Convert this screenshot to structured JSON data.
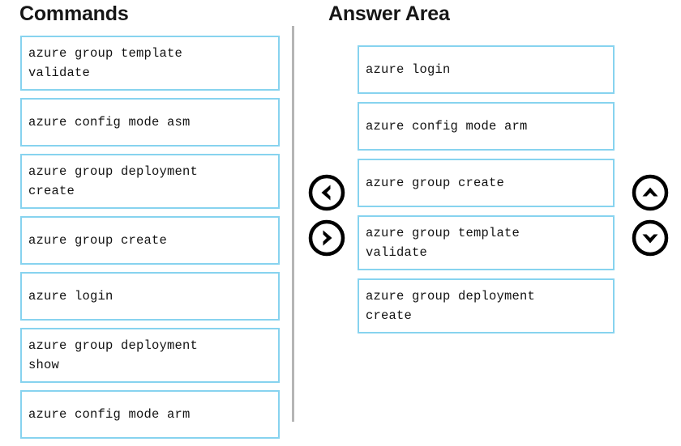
{
  "headings": {
    "commands": "Commands",
    "answer_area": "Answer Area"
  },
  "commands": {
    "items": [
      {
        "text": "azure group template\nvalidate",
        "lines": 2
      },
      {
        "text": "azure config mode asm",
        "lines": 1
      },
      {
        "text": "azure group deployment\ncreate",
        "lines": 2
      },
      {
        "text": "azure group create",
        "lines": 1
      },
      {
        "text": "azure login",
        "lines": 1
      },
      {
        "text": "azure group deployment\nshow",
        "lines": 2
      },
      {
        "text": "azure config mode arm",
        "lines": 1
      }
    ]
  },
  "answer_area": {
    "items": [
      {
        "text": "azure login",
        "lines": 1
      },
      {
        "text": "azure config mode arm",
        "lines": 1
      },
      {
        "text": "azure group create",
        "lines": 1
      },
      {
        "text": "azure group template\nvalidate",
        "lines": 2
      },
      {
        "text": "azure group deployment\ncreate",
        "lines": 2
      }
    ]
  },
  "controls": {
    "move_left": "move-left",
    "move_right": "move-right",
    "move_up": "move-up",
    "move_down": "move-down"
  },
  "colors": {
    "box_border": "#87d3ef",
    "divider": "#b5b5b5",
    "text": "#121212",
    "icon": "#000000"
  }
}
